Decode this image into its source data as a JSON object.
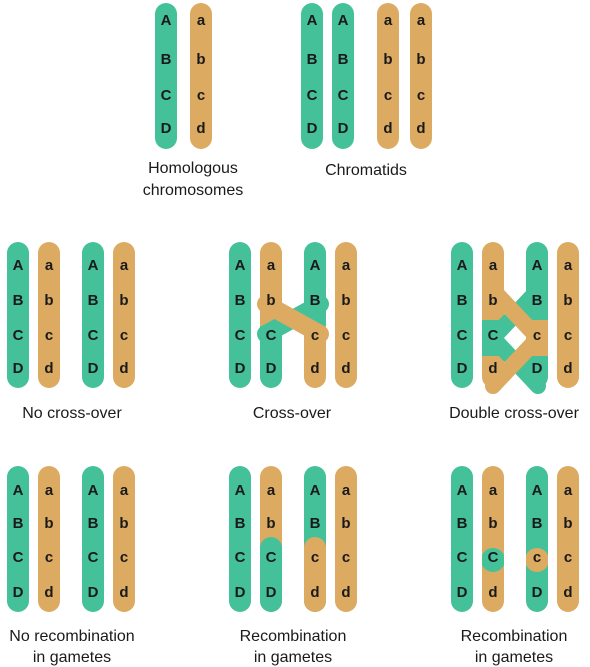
{
  "colors": {
    "green": "#45c19a",
    "tan": "#dcaa61"
  },
  "alleles": {
    "dominant": [
      "A",
      "B",
      "C",
      "D"
    ],
    "recessive": [
      "a",
      "b",
      "c",
      "d"
    ]
  },
  "captions": {
    "homologous": [
      "Homologous",
      "chromosomes"
    ],
    "chromatids": [
      "Chromatids"
    ],
    "no_crossover": [
      "No cross-over"
    ],
    "crossover": [
      "Cross-over"
    ],
    "double_crossover": [
      "Double cross-over"
    ],
    "no_recombination": [
      "No recombination",
      "in gametes"
    ],
    "recombination_single": [
      "Recombination",
      "in gametes"
    ],
    "recombination_double": [
      "Recombination",
      "in gametes"
    ]
  }
}
